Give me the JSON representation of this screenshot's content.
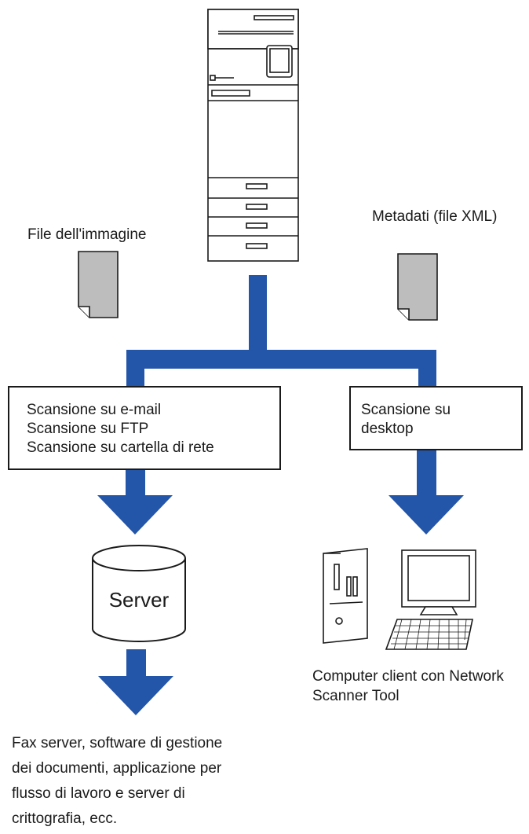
{
  "labels": {
    "image_file": "File dell'immagine",
    "metadata": "Metadati (file XML)",
    "server": "Server",
    "client": [
      "Computer client con Network",
      "Scanner Tool"
    ],
    "destinations": [
      "Fax server, software di gestione",
      "dei documenti, applicazione per",
      "flusso di lavoro e server di",
      "crittografia, ecc."
    ]
  },
  "boxes": {
    "left": [
      "Scansione su e-mail",
      "Scansione su FTP",
      "Scansione su cartella di rete"
    ],
    "right": [
      "Scansione su",
      "desktop"
    ]
  },
  "colors": {
    "flow_arrow": "#2355a8",
    "document_fill": "#bdbdbd",
    "outline": "#1a1a1a"
  }
}
